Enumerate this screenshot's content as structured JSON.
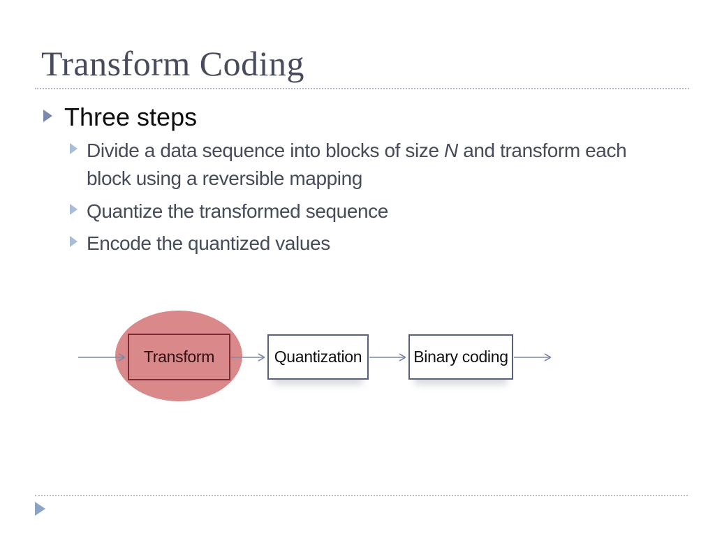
{
  "slide": {
    "title": "Transform Coding",
    "bullets": {
      "heading": "Three steps",
      "item1_part1": "Divide a data sequence into blocks of size ",
      "item1_italic": "N",
      "item1_part2": " and transform each block using a reversible mapping",
      "item2": "Quantize the transformed sequence",
      "item3": "Encode the quantized values"
    },
    "diagram": {
      "box1_label": "Transform",
      "box2_label": "Quantization",
      "box3_label": "Binary coding"
    },
    "icons": {
      "level1_bullet": "triangle-right-icon",
      "level2_bullet": "triangle-right-icon",
      "footer": "triangle-right-icon",
      "flow_connectors": "arrow-right-open-head"
    },
    "colors": {
      "title_text": "#474b5c",
      "heading_text": "#0d0d10",
      "body_text": "#454b59",
      "bullet_triangle": "#7b89ae",
      "sub_bullet_triangle": "#a9bdd8",
      "ellipse_fill": "#d98989",
      "transform_border": "#7e2a35",
      "transform_text": "#2e1015",
      "box_border": "#5a6076",
      "arrow": "#7d8aa6",
      "footer_triangle": "#8ba3c4",
      "dotted_line": "#b4bac6"
    }
  }
}
